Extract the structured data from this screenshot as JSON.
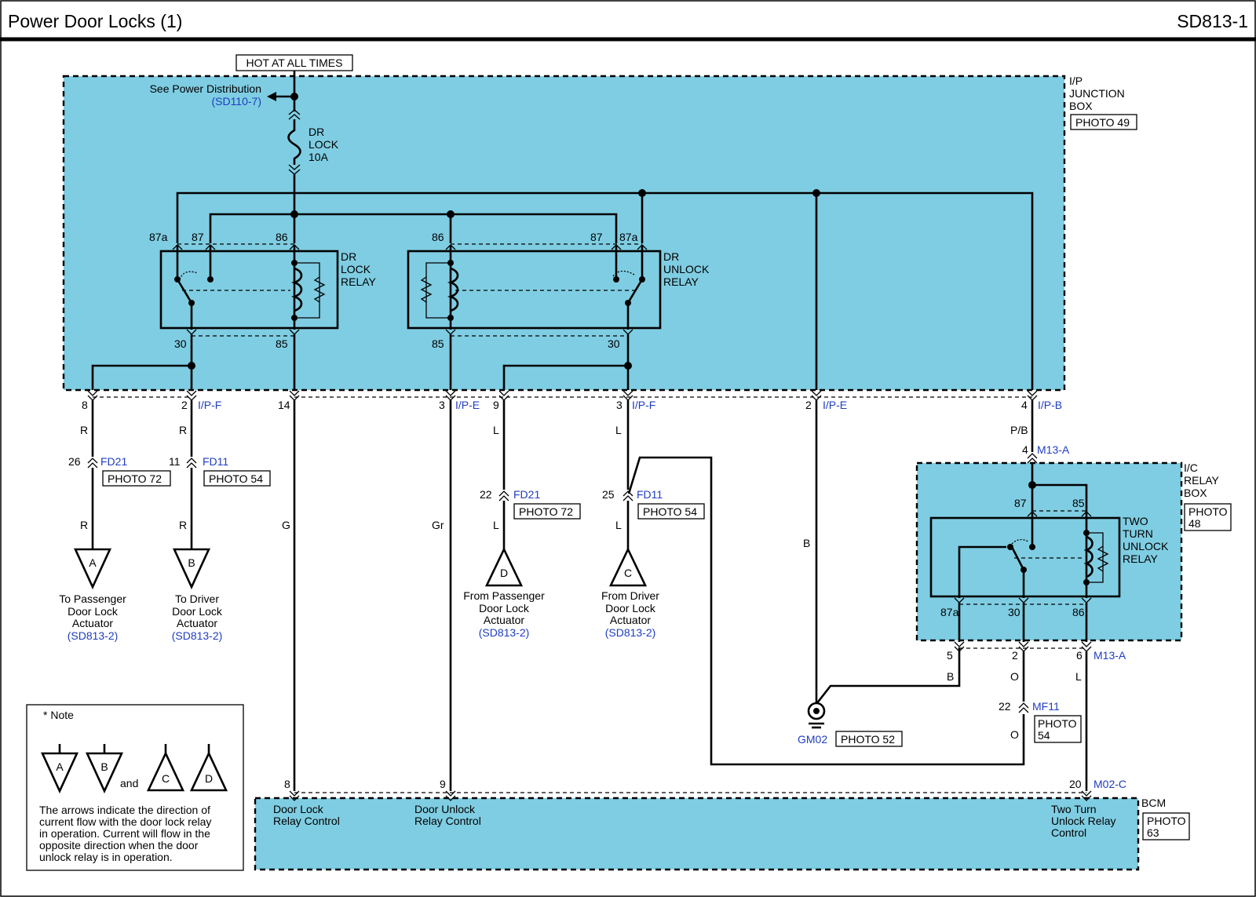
{
  "header": {
    "title": "Power Door Locks (1)",
    "code": "SD813-1"
  },
  "hot_label": "HOT AT ALL TIMES",
  "power_dist": {
    "label": "See Power Distribution",
    "ref": "(SD110-7)"
  },
  "fuse": {
    "l1": "DR",
    "l2": "LOCK",
    "l3": "10A"
  },
  "ip_box": {
    "l1": "I/P",
    "l2": "JUNCTION",
    "l3": "BOX",
    "photo": "PHOTO 49"
  },
  "lock_relay": {
    "l1": "DR",
    "l2": "LOCK",
    "l3": "RELAY",
    "p87a": "87a",
    "p87": "87",
    "p86": "86",
    "p30": "30",
    "p85": "85"
  },
  "unlock_relay": {
    "l1": "DR",
    "l2": "UNLOCK",
    "l3": "RELAY",
    "p86": "86",
    "p87": "87",
    "p87a": "87a",
    "p85": "85",
    "p30": "30"
  },
  "ip_pins": {
    "p8": "8",
    "p2a": "2",
    "c_ipf1": "I/P-F",
    "p14": "14",
    "p3a": "3",
    "c_ipe1": "I/P-E",
    "p9": "9",
    "p3b": "3",
    "c_ipf2": "I/P-F",
    "p2b": "2",
    "c_ipe2": "I/P-E",
    "p4": "4",
    "c_ipb": "I/P-B"
  },
  "colors": {
    "r1": "R",
    "r2": "R",
    "r3": "R",
    "r4": "R",
    "g": "G",
    "gr": "Gr",
    "l1": "L",
    "l2": "L",
    "l3": "L",
    "l4": "L",
    "b1": "B",
    "pb": "P/B",
    "b2": "B",
    "o1": "O",
    "o2": "O",
    "l5": "L"
  },
  "connectors": {
    "fd21a_pin": "26",
    "fd21a": "FD21",
    "fd21a_photo": "PHOTO 72",
    "fd11a_pin": "11",
    "fd11a": "FD11",
    "fd11a_photo": "PHOTO 54",
    "fd21b_pin": "22",
    "fd21b": "FD21",
    "fd21b_photo": "PHOTO 72",
    "fd11b_pin": "25",
    "fd11b": "FD11",
    "fd11b_photo": "PHOTO 54",
    "m13a_pin": "4",
    "m13a": "M13-A",
    "mf11_pin": "22",
    "mf11": "MF11",
    "mf11_photo1": "PHOTO",
    "mf11_photo2": "54"
  },
  "refs": {
    "A": {
      "letter": "A",
      "l1": "To Passenger",
      "l2": "Door Lock",
      "l3": "Actuator",
      "ref": "(SD813-2)"
    },
    "B": {
      "letter": "B",
      "l1": "To Driver",
      "l2": "Door Lock",
      "l3": "Actuator",
      "ref": "(SD813-2)"
    },
    "D": {
      "letter": "D",
      "l1": "From Passenger",
      "l2": "Door Lock",
      "l3": "Actuator",
      "ref": "(SD813-2)"
    },
    "C": {
      "letter": "C",
      "l1": "From Driver",
      "l2": "Door Lock",
      "l3": "Actuator",
      "ref": "(SD813-2)"
    }
  },
  "ic_box": {
    "l1": "I/C",
    "l2": "RELAY",
    "l3": "BOX",
    "photo1": "PHOTO",
    "photo2": "48"
  },
  "two_turn_relay": {
    "l1": "TWO",
    "l2": "TURN",
    "l3": "UNLOCK",
    "l4": "RELAY",
    "p87": "87",
    "p85": "85",
    "p87a": "87a",
    "p30": "30",
    "p86": "86"
  },
  "ic_pins": {
    "p5": "5",
    "p2": "2",
    "p6": "6",
    "c_m13a": "M13-A"
  },
  "ground": {
    "id": "GM02",
    "photo": "PHOTO 52"
  },
  "bcm": {
    "label": "BCM",
    "photo1": "PHOTO",
    "photo2": "63",
    "p8": "8",
    "p9": "9",
    "p20": "20",
    "conn": "M02-C",
    "lock1": "Door Lock",
    "lock2": "Relay Control",
    "unlock1": "Door Unlock",
    "unlock2": "Relay Control",
    "tt1": "Two Turn",
    "tt2": "Unlock Relay",
    "tt3": "Control"
  },
  "note": {
    "title": "* Note",
    "and": "and",
    "l1": "The arrows indicate the direction of",
    "l2": "current flow with the door lock relay",
    "l3": "in operation. Current will flow in the",
    "l4": "opposite direction when the door",
    "l5": "unlock relay is in operation.",
    "tA": "A",
    "tB": "B",
    "tC": "C",
    "tD": "D"
  }
}
